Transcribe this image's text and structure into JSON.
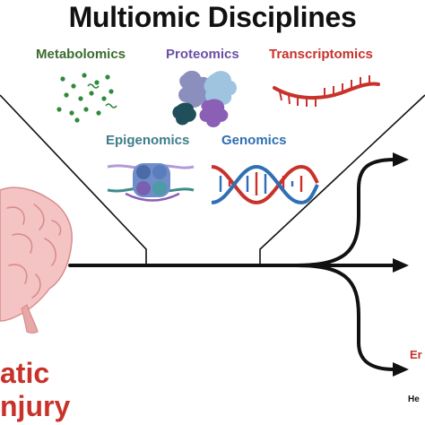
{
  "title": "Multiomic Disciplines",
  "disciplines": {
    "metabolomics": {
      "label": "Metabolomics",
      "color": "#3b6b2e"
    },
    "proteomics": {
      "label": "Proteomics",
      "color": "#6a4fa5"
    },
    "transcriptomics": {
      "label": "Transcriptomics",
      "color": "#c8322b"
    },
    "epigenomics": {
      "label": "Epigenomics",
      "color": "#3d7d8a"
    },
    "genomics": {
      "label": "Genomics",
      "color": "#2f6fb3"
    }
  },
  "cropped_text": {
    "left_line1": "atic",
    "left_line2": "njury",
    "right_red": "Er",
    "right_black": "He"
  },
  "icons": [
    "brain-icon",
    "metabolite-dots-icon",
    "protein-structures-icon",
    "rna-strand-icon",
    "nucleosome-icon",
    "dna-double-helix-icon"
  ]
}
